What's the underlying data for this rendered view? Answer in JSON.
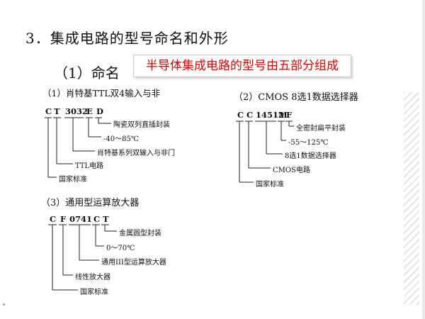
{
  "title": "3．集成电路的型号命名和外形",
  "subtitle": "（1）命名",
  "callout": "半导体集成电路的型号由五部分组成",
  "section1": {
    "title": "（1）肖特基TTL双4输入与非",
    "codes": [
      "C",
      "T",
      "3032",
      "E",
      "D"
    ],
    "labels": [
      "陶瓷双列直插封装",
      "-40～85℃",
      "肖特基系列双输入与非门",
      "TTL电路",
      "国家标准"
    ]
  },
  "section2": {
    "title": "（2）CMOS 8选1数据选择器",
    "codes": [
      "C",
      "C",
      "14512",
      "M",
      "F"
    ],
    "labels": [
      "全密封扁平封装",
      "-55～125℃",
      "8选1数据选择器",
      "CMOS电路",
      "国家标准"
    ]
  },
  "section3": {
    "title": "（3）通用型运算放大器",
    "codes": [
      "C",
      "F",
      "0741",
      "C",
      "T"
    ],
    "labels": [
      "金属圆型封装",
      "0～70℃",
      "通用III型运算放大器",
      "线性放大器",
      "国家标准"
    ]
  }
}
